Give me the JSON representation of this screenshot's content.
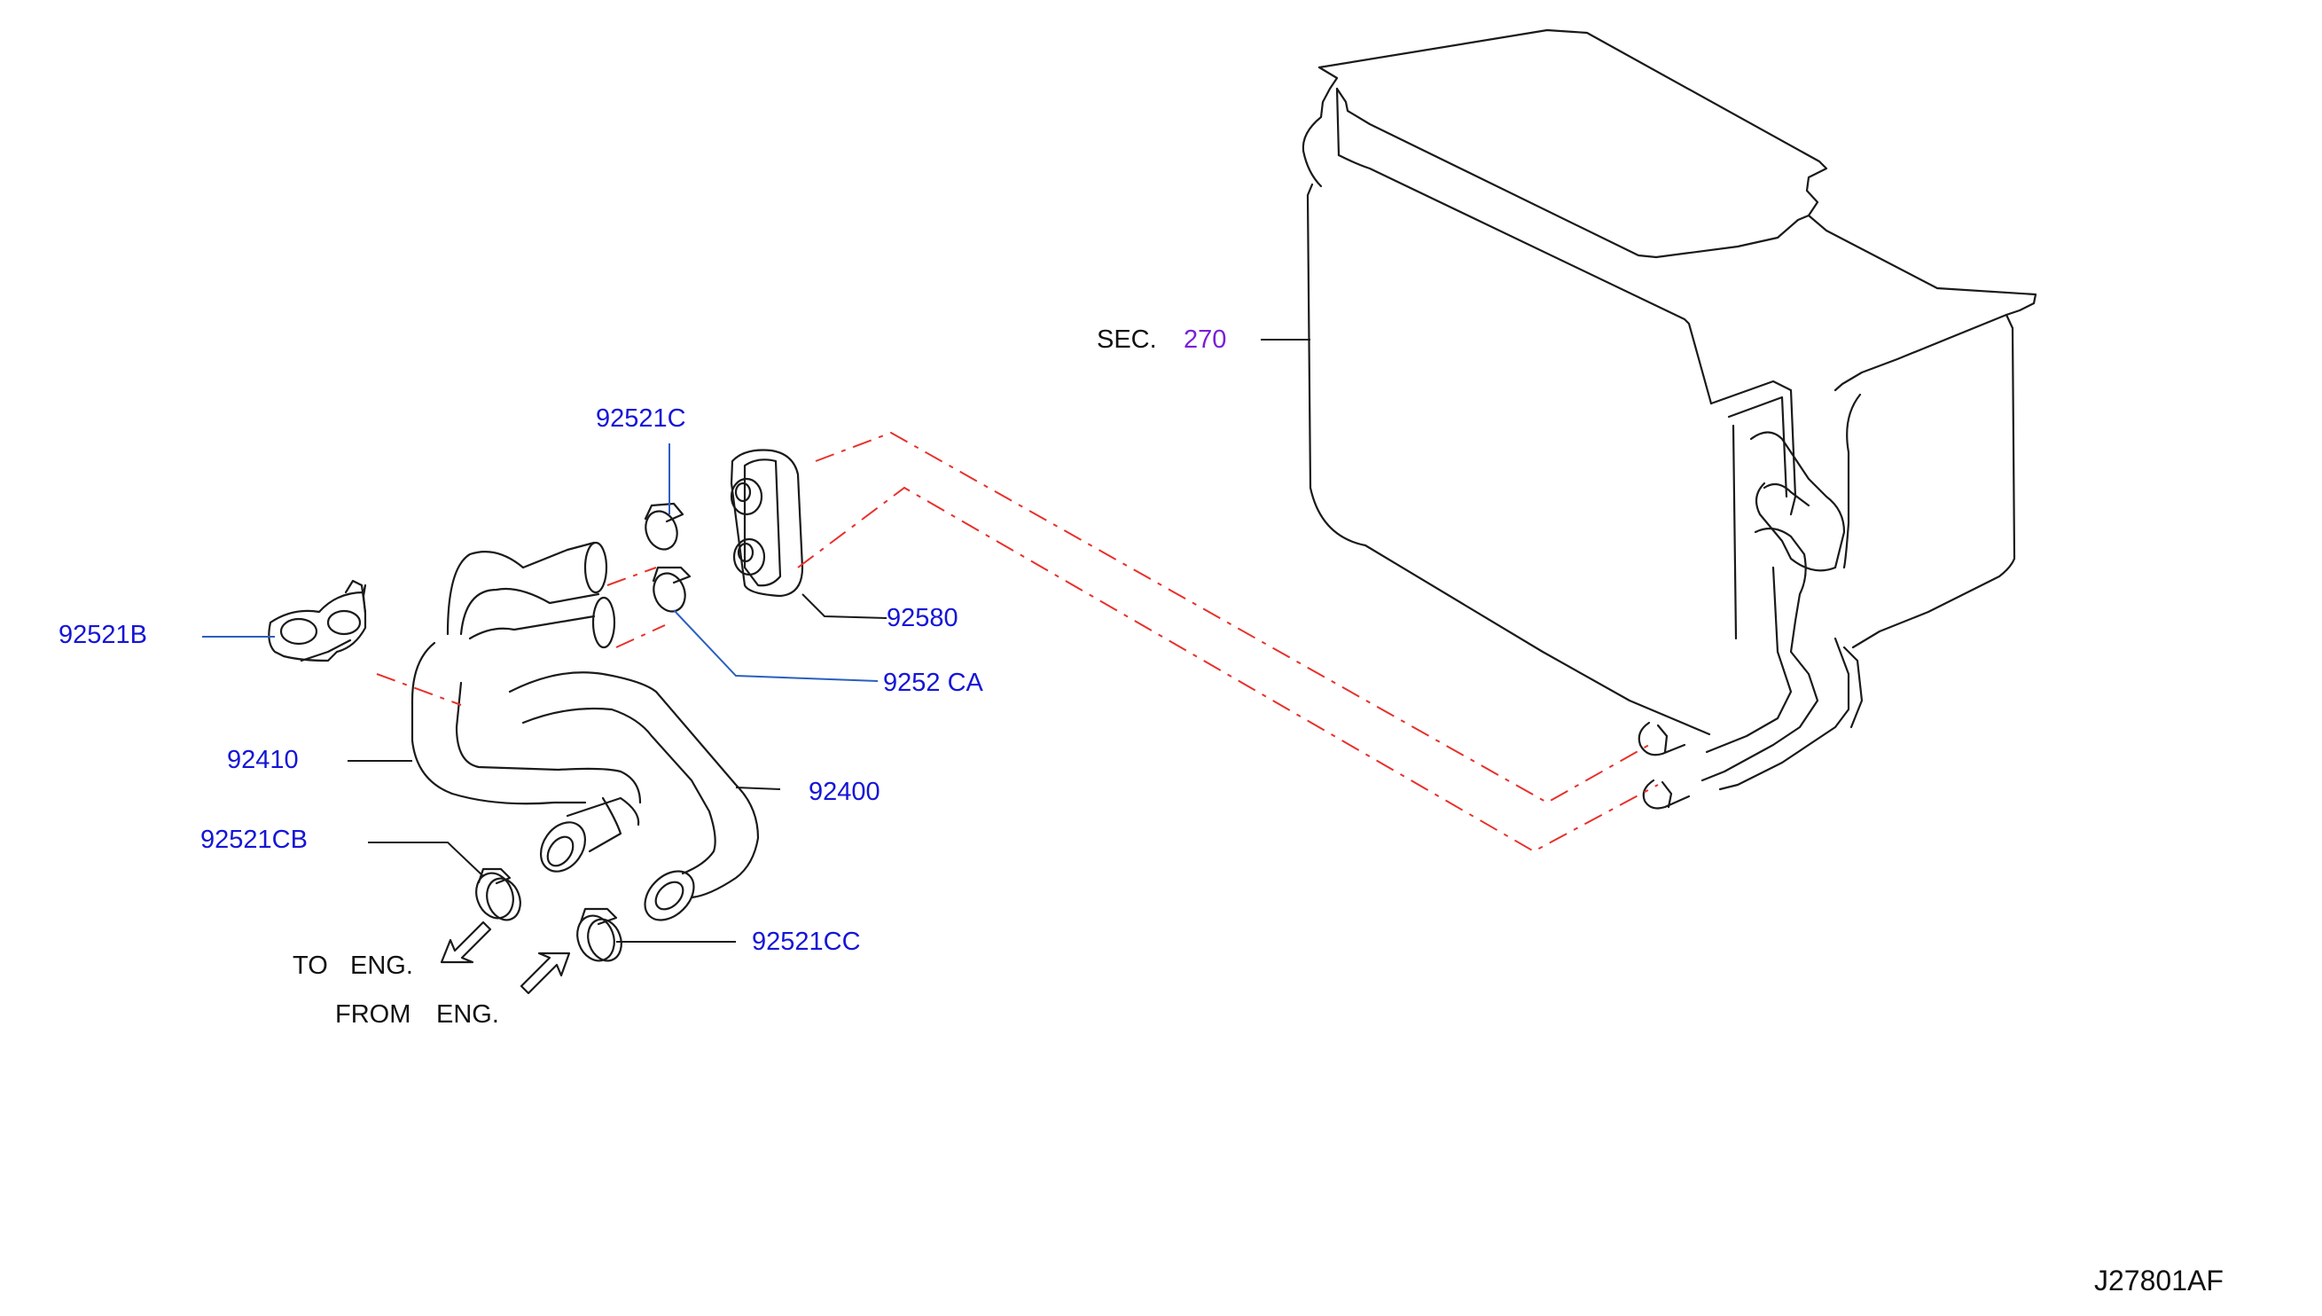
{
  "diagram": {
    "part_labels": {
      "sec_prefix": "SEC.",
      "sec_number": "270",
      "p92521C": "92521C",
      "p92521B": "92521B",
      "p92580": "92580",
      "p92521CA": "9252 CA",
      "p92410": "92410",
      "p92400": "92400",
      "p92521CB": "92521CB",
      "p92521CC": "92521CC"
    },
    "flow_labels": {
      "to_prefix": "TO",
      "to_target": "ENG.",
      "from_prefix": "FROM",
      "from_target": "ENG."
    },
    "diagram_code": "J27801AF",
    "colors": {
      "part_number": "#1515d8",
      "section_ref": "#7a1fd6",
      "text": "#111111",
      "line": "#1a1a1a",
      "phantom_line": "#e8302a"
    }
  }
}
